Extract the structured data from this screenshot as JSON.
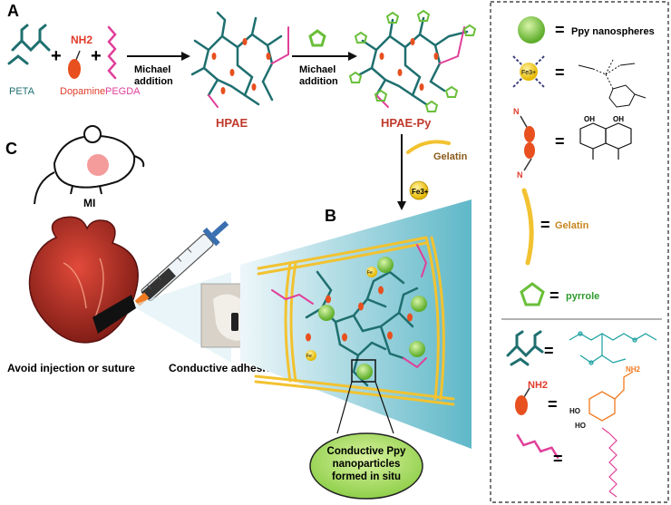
{
  "panels": {
    "a": "A",
    "b": "B",
    "c": "C"
  },
  "reactants": {
    "peta": "PETA",
    "dopamine": "Dopamine",
    "pegda": "PEGDA",
    "nh2": "NH2",
    "plus": "+"
  },
  "steps": {
    "michael_1_line1": "Michael",
    "michael_1_line2": "addition",
    "michael_2_line1": "Michael",
    "michael_2_line2": "addition"
  },
  "products": {
    "hpae": "HPAE",
    "hpae_py": "HPAE-Py",
    "gelatin": "Gelatin",
    "fe3": "Fe3+"
  },
  "panel_c": {
    "mi": "MI",
    "avoid": "Avoid injection or suture",
    "adhesive": "Conductive adhesive"
  },
  "panel_b": {
    "callout_line1": "Conductive Ppy",
    "callout_line2": "nanoparticles",
    "callout_line3": "formed in situ",
    "fe_small": "Fe"
  },
  "legend": {
    "equals": "=",
    "ppy": "Ppy nanospheres",
    "gelatin": "Gelatin",
    "pyrrole": "pyrrole",
    "fe3": "Fe3+",
    "n": "N",
    "ho": "HO",
    "oh": "OH",
    "nh2": "NH2"
  },
  "colors": {
    "teal": "#1f6f6f",
    "red": "#e23b2b",
    "pink": "#e0409a",
    "orange": "#f07a20",
    "green": "#6abf3a",
    "gold": "#f2c230",
    "brown": "#8a5a1a"
  }
}
